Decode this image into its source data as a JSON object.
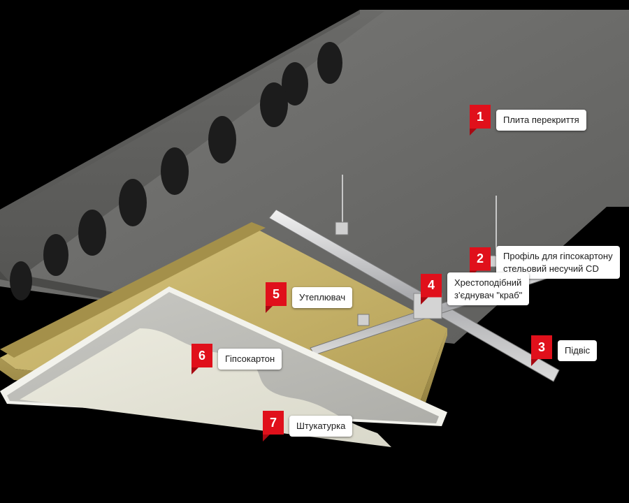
{
  "callouts": [
    {
      "number": "1",
      "label": "Плита перекриття"
    },
    {
      "number": "2",
      "label_line1": "Профіль для гіпсокартону",
      "label_line2": "стельовий несучий CD"
    },
    {
      "number": "3",
      "label": "Підвіс"
    },
    {
      "number": "4",
      "label_line1": "Хрестоподібний",
      "label_line2": "з'єднувач \"краб\""
    },
    {
      "number": "5",
      "label": "Утеплювач"
    },
    {
      "number": "6",
      "label": "Гіпсокартон"
    },
    {
      "number": "7",
      "label": "Штукатурка"
    }
  ],
  "colors": {
    "accent": "#e0101b",
    "background": "#000000",
    "concrete": "#6e6e6c",
    "insulation": "#c9b46a",
    "drywall": "#e2e2d6"
  }
}
